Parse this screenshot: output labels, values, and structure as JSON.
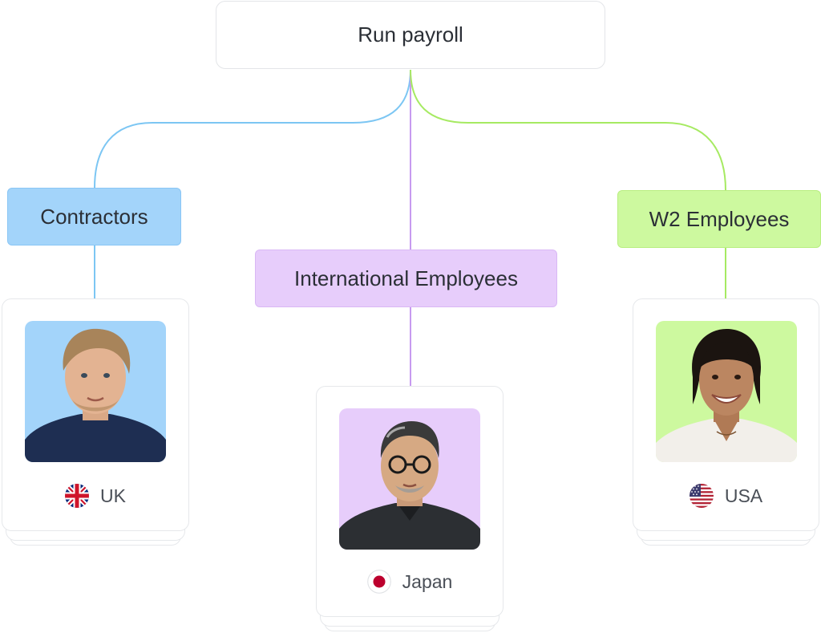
{
  "root": {
    "label": "Run payroll"
  },
  "categories": [
    {
      "label": "Contractors",
      "color": "#a3d4fa",
      "line_color": "#7cc6f3"
    },
    {
      "label": "International Employees",
      "color": "#e7cdfb",
      "line_color": "#c79af0"
    },
    {
      "label": "W2 Employees",
      "color": "#cdf99f",
      "line_color": "#a6ea62"
    }
  ],
  "people": [
    {
      "country": "UK",
      "flag_icon": "uk-flag-icon",
      "photo_bg": "#a3d4fa"
    },
    {
      "country": "Japan",
      "flag_icon": "japan-flag-icon",
      "photo_bg": "#e7cdfb"
    },
    {
      "country": "USA",
      "flag_icon": "usa-flag-icon",
      "photo_bg": "#cdf99f"
    }
  ]
}
